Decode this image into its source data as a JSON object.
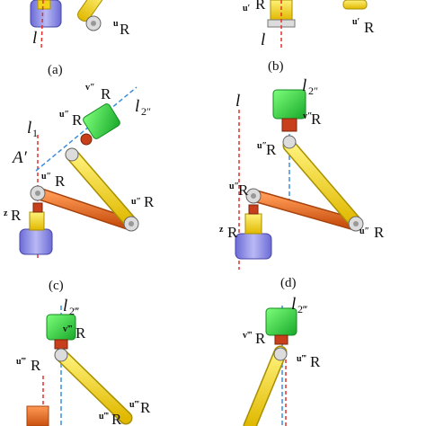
{
  "colors": {
    "yellow": "#f2d31b",
    "yellow_dark": "#a98f00",
    "orange": "#ea6a21",
    "orange_dark": "#a8420c",
    "green": "#33d943",
    "green_dark": "#148a20",
    "purple": "#8a8ae0",
    "purple_dark": "#4545a8",
    "joint_red": "#c8401b",
    "pin": "#dcdcdc",
    "red_axis": "#e5312a",
    "blue_axis": "#3a8fe0"
  },
  "panels": {
    "a": {
      "caption": "(a)",
      "axis_label": "l",
      "joint_label": "R",
      "joint_label_sup": "u"
    },
    "b": {
      "caption": "(b)",
      "axis_label": "l",
      "joint_label": "R",
      "joint_label_sup": "u′",
      "upper_label": "R",
      "upper_label_sup": "u′"
    },
    "c": {
      "caption": "(c)",
      "axis_left": "l",
      "axis_left_sub": "1",
      "point_label": "A′",
      "axis_blue": "l",
      "axis_blue_sub": "2″",
      "v_label": "R",
      "v_sup": "v″",
      "u1_label": "R",
      "u1_sup": "u″",
      "u2_label": "R",
      "u2_sup": "u″",
      "u3_label": "R",
      "u3_sup": "u″",
      "z_label": "R",
      "z_sup": "z"
    },
    "d": {
      "caption": "(d)",
      "axis_left": "l",
      "axis_blue": "l",
      "axis_blue_sub": "2″",
      "v_label": "R",
      "v_sup": "v″",
      "u1_label": "R",
      "u1_sup": "u″",
      "u2_label": "R",
      "u2_sup": "u″",
      "u3_label": "R",
      "u3_sup": "u″",
      "z_label": "R",
      "z_sup": "z"
    },
    "e": {
      "axis_blue": "l",
      "axis_blue_sub": "2‴",
      "v_label": "R",
      "v_sup": "v‴",
      "u1_label": "R",
      "u1_sup": "u‴",
      "u2_label": "R",
      "u2_sup": "u‴",
      "u3_label": "R",
      "u3_sup": "u‴"
    },
    "f": {
      "axis_blue": "l",
      "axis_blue_sub": "2‴",
      "v_label": "R",
      "v_sup": "v‴",
      "u1_label": "R",
      "u1_sup": "u‴"
    }
  }
}
